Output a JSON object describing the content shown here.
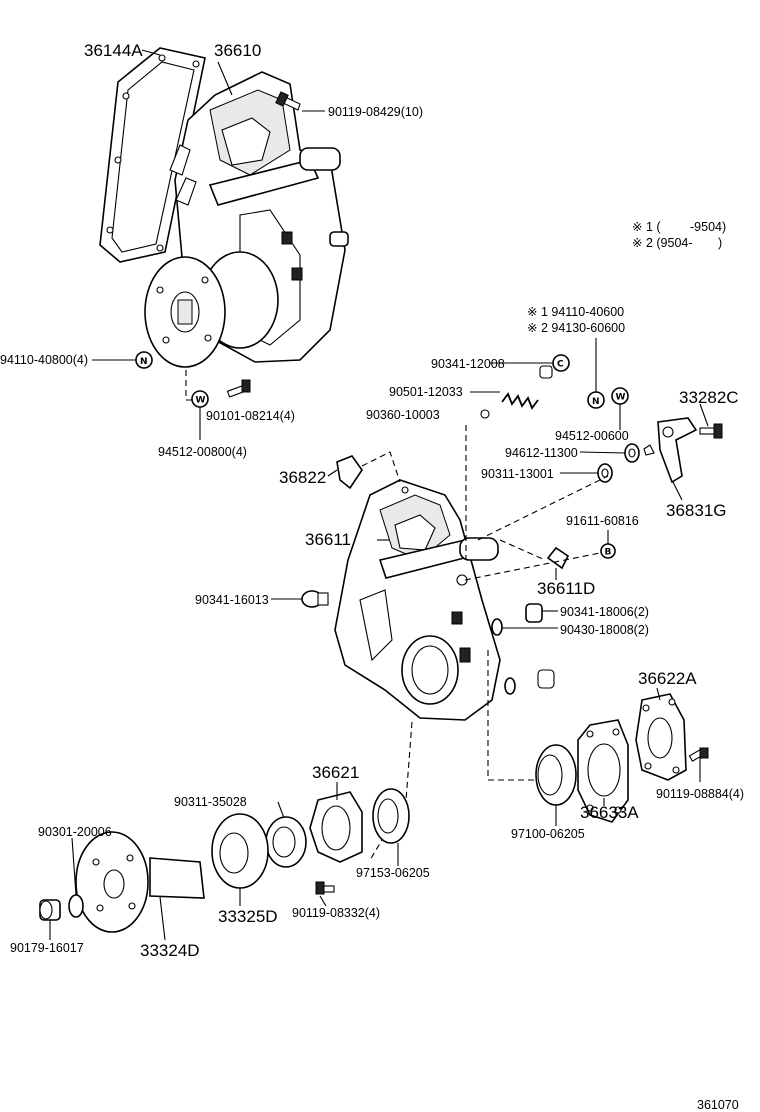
{
  "notes": {
    "note1_mark": "※ 1 (",
    "note1_range": "-9504)",
    "note2_mark": "※ 2 (9504-",
    "note2_range": ")"
  },
  "symbols": {
    "nut": "N",
    "washer": "W",
    "cap": "C",
    "bolt": "B"
  },
  "labels": {
    "p36144A": "36144A",
    "p36610": "36610",
    "p90119_08429": "90119-08429(10)",
    "p94110_40800": "94110-40800(4)",
    "p90101_08214": "90101-08214(4)",
    "p94512_00800": "94512-00800(4)",
    "p94110_40600": "※ 1 94110-40600",
    "p94130_60600": "※ 2 94130-60600",
    "p90341_12008": "90341-12008",
    "p90501_12033": "90501-12033",
    "p90360_10003": "90360-10003",
    "p33282C": "33282C",
    "p94512_00600": "94512-00600",
    "p94612_11300": "94612-11300",
    "p90311_13001": "90311-13001",
    "p36822": "36822",
    "p36831G": "36831G",
    "p91611_60816": "91611-60816",
    "p36611": "36611",
    "p36611D": "36611D",
    "p90341_16013": "90341-16013",
    "p90341_18006": "90341-18006(2)",
    "p90430_18008": "90430-18008(2)",
    "p36622A": "36622A",
    "p36621": "36621",
    "p90311_35028": "90311-35028",
    "p90119_08884": "90119-08884(4)",
    "p97100_06205": "97100-06205",
    "p36633A": "36633A",
    "p90301_20006": "90301-20006",
    "p97153_06205": "97153-06205",
    "p33325D": "33325D",
    "p90119_08332": "90119-08332(4)",
    "p90179_16017": "90179-16017",
    "p33324D": "33324D",
    "diagram_id": "361070"
  }
}
